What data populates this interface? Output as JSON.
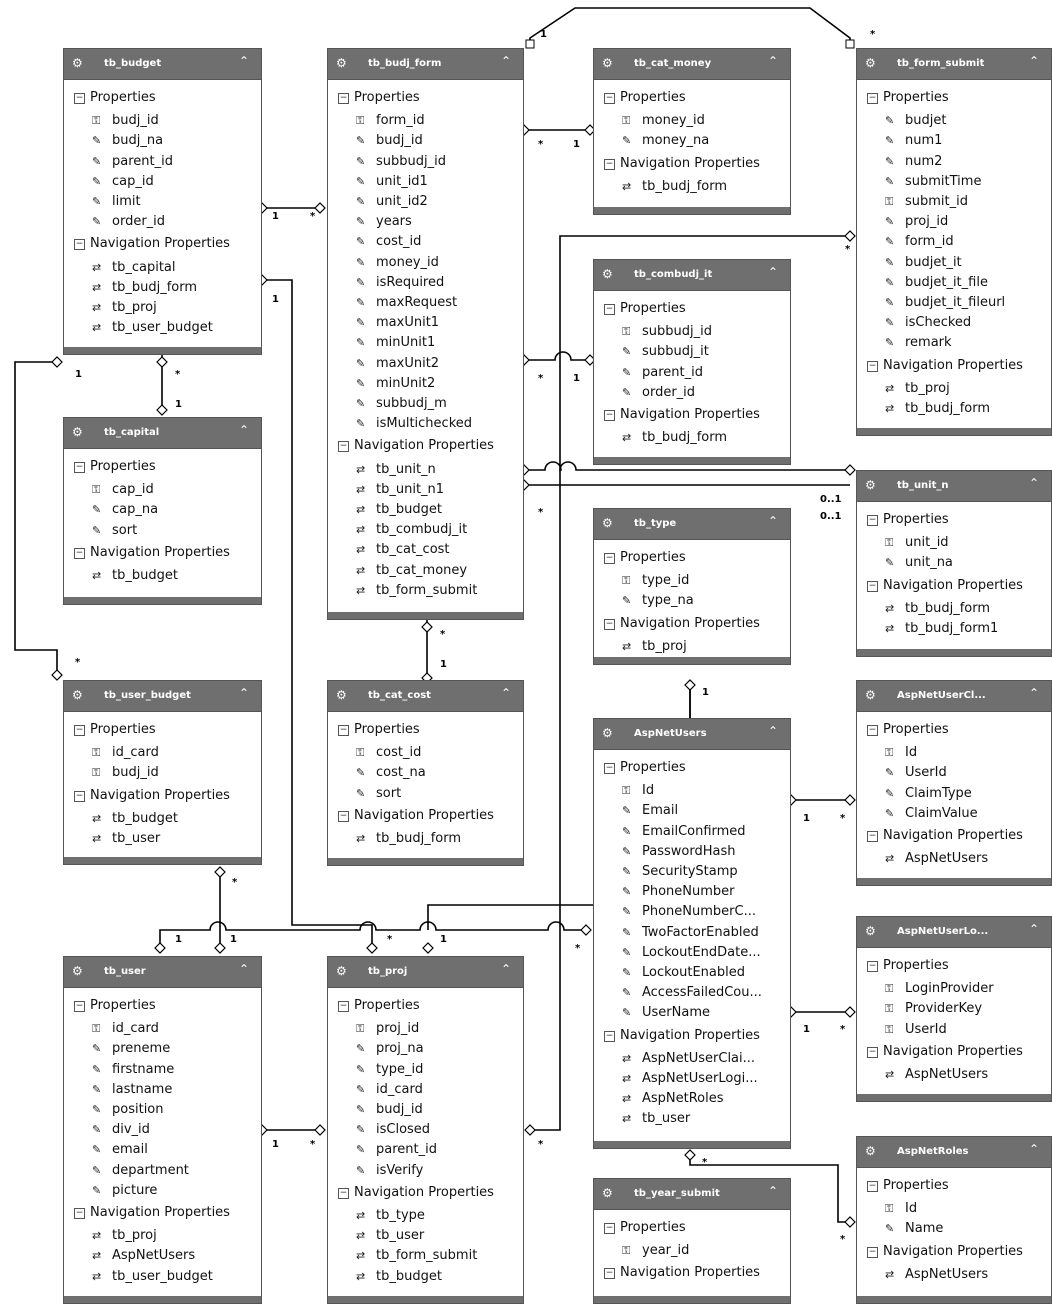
{
  "entities": [
    {
      "id": "tb_budget",
      "name": "tb_budget",
      "props": [
        "budj_id",
        "budj_na",
        "parent_id",
        "cap_id",
        "limit",
        "order_id"
      ],
      "keys": [
        "budj_id"
      ],
      "nav": [
        "tb_capital",
        "tb_budj_form",
        "tb_proj",
        "tb_user_budget"
      ]
    },
    {
      "id": "tb_budj_form",
      "name": "tb_budj_form",
      "props": [
        "form_id",
        "budj_id",
        "subbudj_id",
        "unit_id1",
        "unit_id2",
        "years",
        "cost_id",
        "money_id",
        "isRequired",
        "maxRequest",
        "maxUnit1",
        "minUnit1",
        "maxUnit2",
        "minUnit2",
        "subbudj_m",
        "isMultichecked"
      ],
      "keys": [
        "form_id"
      ],
      "nav": [
        "tb_unit_n",
        "tb_unit_n1",
        "tb_budget",
        "tb_combudj_it",
        "tb_cat_cost",
        "tb_cat_money",
        "tb_form_submit"
      ]
    },
    {
      "id": "tb_cat_money",
      "name": "tb_cat_money",
      "props": [
        "money_id",
        "money_na"
      ],
      "keys": [
        "money_id"
      ],
      "nav": [
        "tb_budj_form"
      ]
    },
    {
      "id": "tb_form_submit",
      "name": "tb_form_submit",
      "props": [
        "budjet",
        "num1",
        "num2",
        "submitTime",
        "submit_id",
        "proj_id",
        "form_id",
        "budjet_it",
        "budjet_it_file",
        "budjet_it_fileurl",
        "isChecked",
        "remark"
      ],
      "keys": [
        "submit_id"
      ],
      "nav": [
        "tb_proj",
        "tb_budj_form"
      ]
    },
    {
      "id": "tb_combudj_it",
      "name": "tb_combudj_it",
      "props": [
        "subbudj_id",
        "subbudj_it",
        "parent_id",
        "order_id"
      ],
      "keys": [
        "subbudj_id"
      ],
      "nav": [
        "tb_budj_form"
      ]
    },
    {
      "id": "tb_capital",
      "name": "tb_capital",
      "props": [
        "cap_id",
        "cap_na",
        "sort"
      ],
      "keys": [
        "cap_id"
      ],
      "nav": [
        "tb_budget"
      ]
    },
    {
      "id": "tb_unit_n",
      "name": "tb_unit_n",
      "props": [
        "unit_id",
        "unit_na"
      ],
      "keys": [
        "unit_id"
      ],
      "nav": [
        "tb_budj_form",
        "tb_budj_form1"
      ]
    },
    {
      "id": "tb_type",
      "name": "tb_type",
      "props": [
        "type_id",
        "type_na"
      ],
      "keys": [
        "type_id"
      ],
      "nav": [
        "tb_proj"
      ]
    },
    {
      "id": "tb_user_budget",
      "name": "tb_user_budget",
      "props": [
        "id_card",
        "budj_id"
      ],
      "keys": [
        "id_card",
        "budj_id"
      ],
      "nav": [
        "tb_budget",
        "tb_user"
      ]
    },
    {
      "id": "tb_cat_cost",
      "name": "tb_cat_cost",
      "props": [
        "cost_id",
        "cost_na",
        "sort"
      ],
      "keys": [
        "cost_id"
      ],
      "nav": [
        "tb_budj_form"
      ]
    },
    {
      "id": "AspNetUserClaims",
      "name": "AspNetUserCl...",
      "props": [
        "Id",
        "UserId",
        "ClaimType",
        "ClaimValue"
      ],
      "keys": [
        "Id"
      ],
      "nav": [
        "AspNetUsers"
      ]
    },
    {
      "id": "AspNetUsers",
      "name": "AspNetUsers",
      "props": [
        "Id",
        "Email",
        "EmailConfirmed",
        "PasswordHash",
        "SecurityStamp",
        "PhoneNumber",
        "PhoneNumberC...",
        "TwoFactorEnabled",
        "LockoutEndDate...",
        "LockoutEnabled",
        "AccessFailedCou...",
        "UserName"
      ],
      "keys": [
        "Id"
      ],
      "nav": [
        "AspNetUserClai...",
        "AspNetUserLogi...",
        "AspNetRoles",
        "tb_user"
      ]
    },
    {
      "id": "AspNetUserLogins",
      "name": "AspNetUserLo...",
      "props": [
        "LoginProvider",
        "ProviderKey",
        "UserId"
      ],
      "keys": [
        "LoginProvider",
        "ProviderKey",
        "UserId"
      ],
      "nav": [
        "AspNetUsers"
      ]
    },
    {
      "id": "tb_user",
      "name": "tb_user",
      "props": [
        "id_card",
        "preneme",
        "firstname",
        "lastname",
        "position",
        "div_id",
        "email",
        "department",
        "picture"
      ],
      "keys": [
        "id_card"
      ],
      "nav": [
        "tb_proj",
        "AspNetUsers",
        "tb_user_budget"
      ]
    },
    {
      "id": "tb_proj",
      "name": "tb_proj",
      "props": [
        "proj_id",
        "proj_na",
        "type_id",
        "id_card",
        "budj_id",
        "isClosed",
        "parent_id",
        "isVerify"
      ],
      "keys": [
        "proj_id"
      ],
      "nav": [
        "tb_type",
        "tb_user",
        "tb_form_submit",
        "tb_budget"
      ]
    },
    {
      "id": "AspNetRoles",
      "name": "AspNetRoles",
      "props": [
        "Id",
        "Name"
      ],
      "keys": [
        "Id"
      ],
      "nav": [
        "AspNetUsers"
      ]
    },
    {
      "id": "tb_year_submit",
      "name": "tb_year_submit",
      "props": [
        "year_id"
      ],
      "keys": [
        "year_id"
      ],
      "nav": []
    }
  ],
  "labels": {
    "properties": "Properties",
    "navigation": "Navigation Properties"
  },
  "multiplicities": {
    "one": "1",
    "many": "*",
    "zero_one": "0..1"
  }
}
